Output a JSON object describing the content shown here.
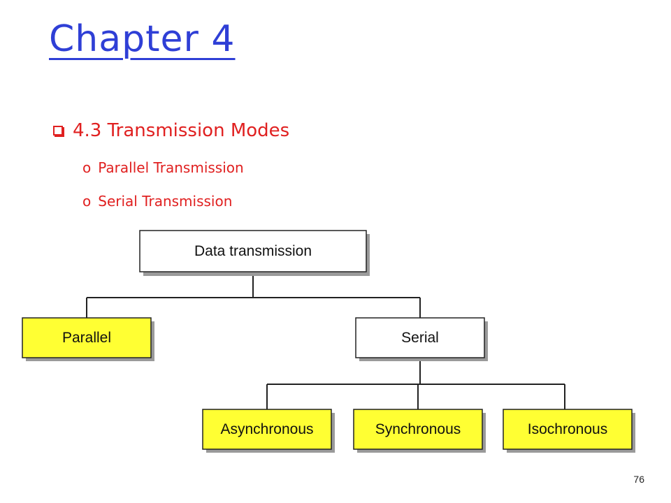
{
  "slide": {
    "title": "Chapter 4",
    "bullet": "4.3 Transmission Modes",
    "sub_marker": "o",
    "sub_items": [
      "Parallel Transmission",
      "Serial Transmission"
    ],
    "page_number": "76"
  },
  "diagram": {
    "root": "Data transmission",
    "level1": [
      "Parallel",
      "Serial"
    ],
    "level2": [
      "Asynchronous",
      "Synchronous",
      "Isochronous"
    ],
    "colors": {
      "highlight": "#ffff33",
      "plain": "#ffffff",
      "border": "#222222",
      "shadow": "#9a9a9a"
    }
  }
}
